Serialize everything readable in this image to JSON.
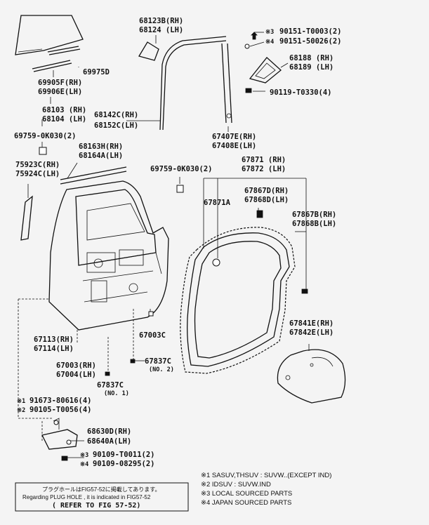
{
  "parts": {
    "p68123b": "68123B(RH)",
    "p68124": "68124 (LH)",
    "p90151_t0003": "90151-T0003(2)",
    "p90151_50026": "90151-50026(2)",
    "p68188": "68188 (RH)",
    "p68189": "68189 (LH)",
    "p90119": "90119-T0330(4)",
    "p69975d": "69975D",
    "p69905f": "69905F(RH)",
    "p69906e": "69906E(LH)",
    "p68103": "68103 (RH)",
    "p68104": "68104 (LH)",
    "p68142c": "68142C(RH)",
    "p68152c": "68152C(LH)",
    "p67407e": "67407E(RH)",
    "p67408e": "67408E(LH)",
    "p69759a": "69759-0K030(2)",
    "p68163h": "68163H(RH)",
    "p68164a": "68164A(LH)",
    "p75923c": "75923C(RH)",
    "p75924c": "75924C(LH)",
    "p69759b": "69759-0K030(2)",
    "p67871": "67871 (RH)",
    "p67872": "67872 (LH)",
    "p67871a": "67871A",
    "p67867d": "67867D(RH)",
    "p67868d": "67868D(LH)",
    "p67867b": "67867B(RH)",
    "p67868b": "67868B(LH)",
    "p67113": "67113(RH)",
    "p67114": "67114(LH)",
    "p67003c": "67003C",
    "p67841e": "67841E(RH)",
    "p67842e": "67842E(LH)",
    "p67003": "67003(RH)",
    "p67004": "67004(LH)",
    "p67837c_2": "67837C",
    "p67837c_2_no": "(NO. 2)",
    "p67837c_1": "67837C",
    "p67837c_1_no": "(NO. 1)",
    "p91673": "91673-80616(4)",
    "p90105": "90105-T0056(4)",
    "p68630d": "68630D(RH)",
    "p68640a": "68640A(LH)",
    "p90109_t0011": "90109-T0011(2)",
    "p90109_08295": "90109-08295(2)"
  },
  "marks": {
    "m1": "※1",
    "m2": "※2",
    "m3": "※3",
    "m4": "※4"
  },
  "notes": {
    "n1": "※1 SASUV,THSUV : SUVW..(EXCEPT IND)",
    "n2": "※2 IDSUV : SUVW.IND",
    "n3": "※3 LOCAL SOURCED PARTS",
    "n4": "※4 JAPAN SOURCED PARTS"
  },
  "refbox": {
    "line1": "プラグホールはFIG57-52に掲載してあります。",
    "line2": "Regarding PLUG HOLE , it is indicated in FIG57-52",
    "line3": "( REFER TO FIG 57-52)"
  }
}
